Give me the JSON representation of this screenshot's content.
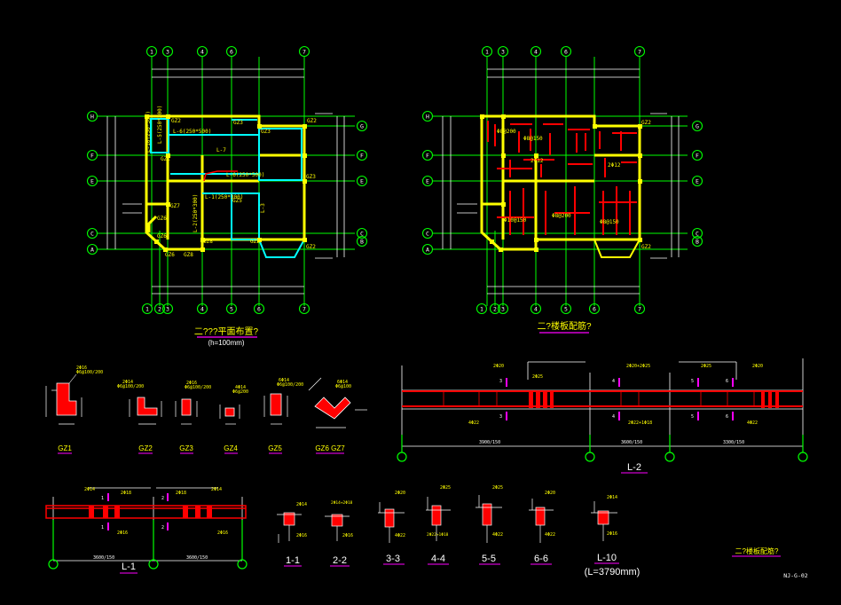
{
  "colors": {
    "background": "#000000",
    "grid": "#00ff00",
    "beam": "#00ffff",
    "wall": "#ffff00",
    "rebar": "#ff0000",
    "dimension": "#ffffff",
    "tag": "#ff00ff",
    "text": "#ffff00"
  },
  "plan_left": {
    "title": "二???平面布置?",
    "subtitle": "(h=100mm)",
    "top_axes": [
      "1",
      "3",
      "4",
      "6",
      "7"
    ],
    "bottom_axes": [
      "1",
      "2",
      "3",
      "4",
      "5",
      "6",
      "7"
    ],
    "left_axes": [
      "H",
      "F",
      "E",
      "C",
      "A"
    ],
    "right_axes": [
      "G",
      "F",
      "E",
      "C",
      "B"
    ],
    "labels": [
      "GZ2",
      "GZ3",
      "GZ2",
      "GZ1",
      "L-7",
      "L-6(250*500)",
      "L-6(250*500)",
      "GZ3",
      "GZ3",
      "L-1(250*300)",
      "L-2(250*300)",
      "L-3",
      "GZ7",
      "GZ6",
      "GZ8",
      "GZ6",
      "GZ8",
      "GZ2",
      "GZ2",
      "GZ6",
      "GZ5"
    ]
  },
  "plan_right": {
    "title": "二?楼板配筋?",
    "top_axes": [
      "1",
      "3",
      "4",
      "6",
      "7"
    ],
    "bottom_axes": [
      "1",
      "2",
      "3",
      "4",
      "5",
      "6",
      "7"
    ],
    "left_axes": [
      "H",
      "F",
      "E",
      "C",
      "A"
    ],
    "right_axes": [
      "G",
      "F",
      "E",
      "C",
      "B"
    ],
    "labels": [
      "GZ2",
      "GZ2",
      "2Φ12",
      "2Φ12",
      "Φ8@200",
      "Φ8@150",
      "Φ10@150",
      "Φ8@200",
      "Φ8@150"
    ]
  },
  "sections_gz": [
    {
      "label": "GZ1",
      "top": "2Φ16",
      "side": "Φ6@100/200"
    },
    {
      "label": "GZ2",
      "top": "2Φ14",
      "side": "Φ6@100/200"
    },
    {
      "label": "GZ3",
      "top": "2Φ16",
      "side": "Φ6@100/200"
    },
    {
      "label": "GZ4",
      "top": "4Φ14",
      "side": "Φ6@200"
    },
    {
      "label": "GZ5",
      "top": "6Φ14",
      "side": "Φ6@100/200"
    },
    {
      "label": "GZ6 GZ7",
      "top": "6Φ14",
      "side": "Φ6@100"
    }
  ],
  "beam_l2": {
    "label": "L-2",
    "top_notes": [
      "2Φ20",
      "2Φ25",
      "2Φ20+2Φ25",
      "2Φ25",
      "2Φ20"
    ],
    "bottom_notes": [
      "4Φ22",
      "2Φ22+1Φ18",
      "4Φ22"
    ],
    "section_marks": [
      "3",
      "3",
      "4",
      "4",
      "5",
      "5",
      "6",
      "6"
    ],
    "spans": [
      "3900/150",
      "3600/150",
      "3300/150"
    ]
  },
  "beam_l1": {
    "label": "L-1",
    "top_notes": [
      "2Φ14",
      "2Φ18",
      "2Φ18",
      "2Φ14"
    ],
    "bottom_notes": [
      "2Φ16",
      "2Φ16"
    ],
    "section_marks": [
      "1",
      "1",
      "2",
      "2"
    ],
    "spans": [
      "3600/150",
      "3600/150"
    ]
  },
  "sections_beam": [
    {
      "label": "1-1",
      "top": "2Φ14",
      "bottom": "2Φ16"
    },
    {
      "label": "2-2",
      "top": "2Φ14+2Φ18",
      "bottom": "2Φ16"
    },
    {
      "label": "3-3",
      "top": "2Φ20",
      "bottom": "4Φ22"
    },
    {
      "label": "4-4",
      "top": "2Φ25",
      "bottom": "2Φ22+1Φ18"
    },
    {
      "label": "5-5",
      "top": "2Φ25",
      "bottom": "4Φ22"
    },
    {
      "label": "6-6",
      "top": "2Φ20",
      "bottom": "4Φ22"
    },
    {
      "label": "L-10",
      "top": "2Φ14",
      "bottom": "2Φ16"
    }
  ],
  "l10_note": "(L=3790mm)",
  "footer_title": "二?楼板配筋?",
  "drawing_no": "NJ-G-02"
}
